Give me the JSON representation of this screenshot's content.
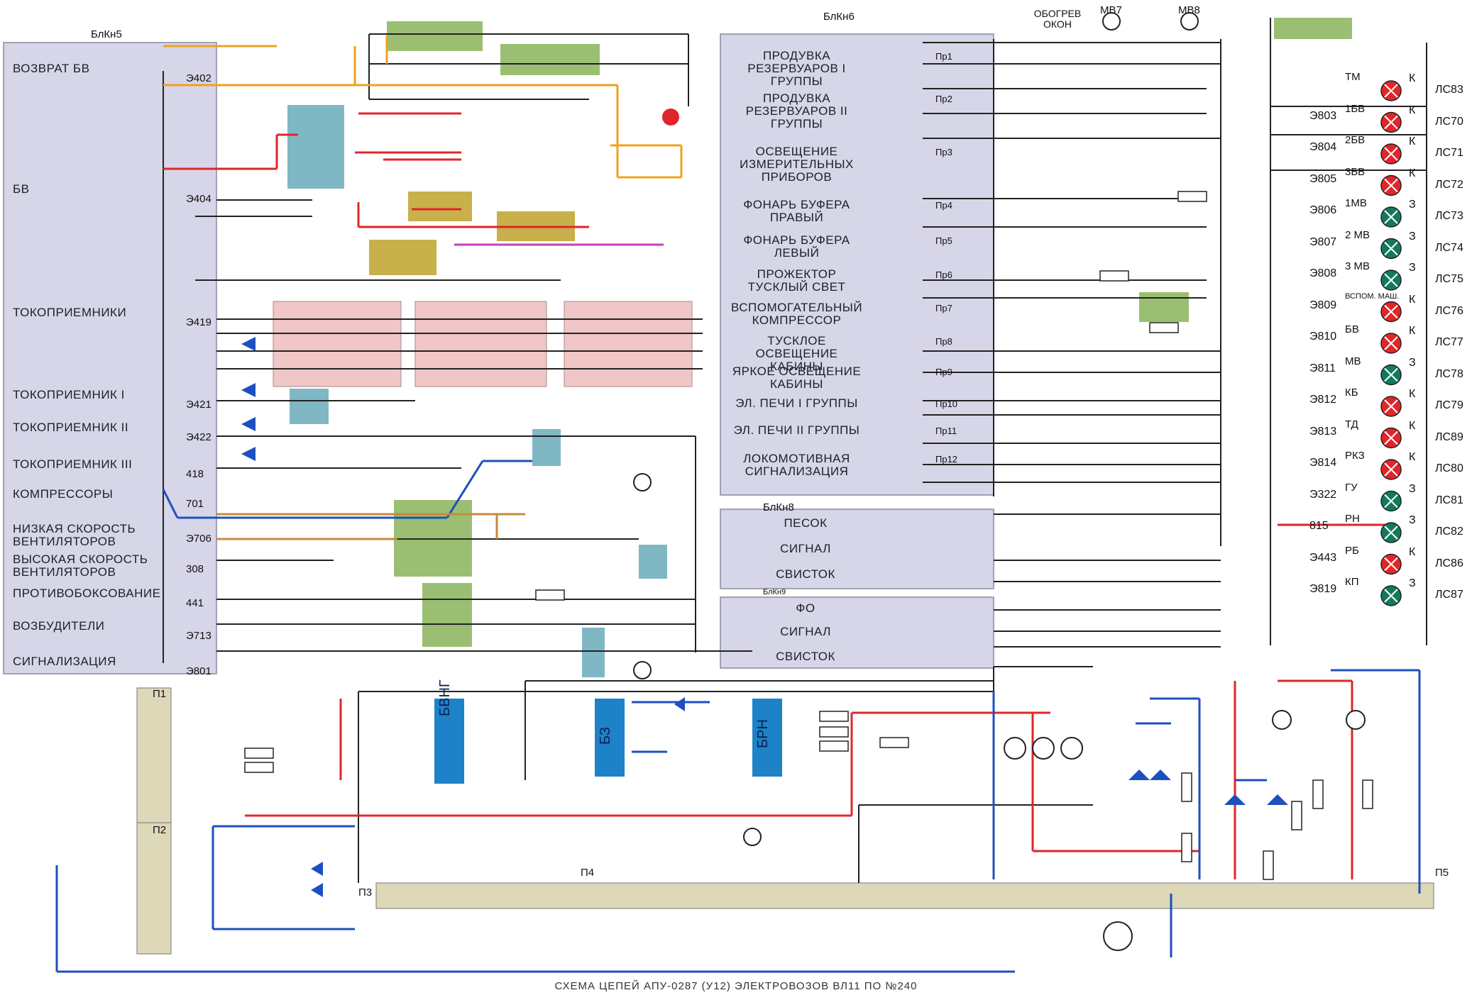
{
  "caption": "СХЕМА ЦЕПЕЙ АПУ-0287 (У12) ЭЛЕКТРОВОЗОВ ВЛ11 ПО №240",
  "left_panel": {
    "title": "БлКн5",
    "items": [
      {
        "label": "ВОЗВРАТ БВ",
        "wire": "Э402"
      },
      {
        "label": "БВ",
        "wire": "Э404"
      },
      {
        "label": "ТОКОПРИЕМНИКИ",
        "wire": "Э419"
      },
      {
        "label": "ТОКОПРИЕМНИК I",
        "wire": "Э421"
      },
      {
        "label": "ТОКОПРИЕМНИК II",
        "wire": "Э422"
      },
      {
        "label": "ТОКОПРИЕМНИК III",
        "wire": "418"
      },
      {
        "label": "КОМПРЕССОРЫ",
        "wire": "701"
      },
      {
        "label": "НИЗКАЯ СКОРОСТЬ ВЕНТИЛЯТОРОВ",
        "wire": "Э706"
      },
      {
        "label": "ВЫСОКАЯ СКОРОСТЬ ВЕНТИЛЯТОРОВ",
        "wire": "308"
      },
      {
        "label": "ПРОТИВОБОКСОВАНИЕ",
        "wire": "441"
      },
      {
        "label": "ВОЗБУДИТЕЛИ",
        "wire": "Э713"
      },
      {
        "label": "СИГНАЛИЗАЦИЯ",
        "wire": "Э801"
      }
    ]
  },
  "center_panel": {
    "title": "БлКн6",
    "items": [
      {
        "label": "ПРОДУВКА РЕЗЕРВУАРОВ I ГРУППЫ",
        "fuse": "Пр1"
      },
      {
        "label": "ПРОДУВКА РЕЗЕРВУАРОВ II ГРУППЫ",
        "fuse": "Пр2"
      },
      {
        "label": "ОСВЕЩЕНИЕ ИЗМЕРИТЕЛЬНЫХ ПРИБОРОВ",
        "fuse": "Пр3"
      },
      {
        "label": "ФОНАРЬ БУФЕРА ПРАВЫЙ",
        "fuse": "Пр4"
      },
      {
        "label": "ФОНАРЬ БУФЕРА ЛЕВЫЙ",
        "fuse": "Пр5"
      },
      {
        "label": "ПРОЖЕКТОР ТУСКЛЫЙ СВЕТ",
        "fuse": "Пр6"
      },
      {
        "label": "ВСПОМОГАТЕЛЬНЫЙ КОМПРЕССОР",
        "fuse": "Пр7"
      },
      {
        "label": "ТУСКЛОЕ ОСВЕЩЕНИЕ КАБИНЫ",
        "fuse": "Пр8"
      },
      {
        "label": "ЯРКОЕ ОСВЕЩЕНИЕ КАБИНЫ",
        "fuse": "Пр9"
      },
      {
        "label": "ЭЛ. ПЕЧИ I ГРУППЫ",
        "fuse": "Пр10"
      },
      {
        "label": "ЭЛ. ПЕЧИ II ГРУППЫ",
        "fuse": "Пр11"
      },
      {
        "label": "ЛОКОМОТИВНАЯ СИГНАЛИЗАЦИЯ",
        "fuse": "Пр12"
      }
    ],
    "sub_panels": [
      {
        "title": "БлКн8",
        "items": [
          "ПЕСОК",
          "СИГНАЛ",
          "СВИСТОК"
        ]
      },
      {
        "title": "БлКн9",
        "items": [
          "ФО",
          "СИГНАЛ",
          "СВИСТОК"
        ]
      }
    ]
  },
  "top_right": {
    "heater_label": "ОБОГРЕВ ОКОН",
    "motors": [
      "МВ7",
      "МВ8"
    ]
  },
  "signal_lamps": [
    {
      "name": "ТМ",
      "line": "ЛС83",
      "wire": "",
      "color": "red",
      "mark": "К"
    },
    {
      "name": "1БВ",
      "line": "ЛС70",
      "wire": "Э803",
      "color": "red",
      "mark": "К"
    },
    {
      "name": "2БВ",
      "line": "ЛС71",
      "wire": "Э804",
      "color": "red",
      "mark": "К"
    },
    {
      "name": "3БВ",
      "line": "ЛС72",
      "wire": "Э805",
      "color": "red",
      "mark": "К"
    },
    {
      "name": "1МВ",
      "line": "ЛС73",
      "wire": "Э806",
      "color": "green",
      "mark": "З"
    },
    {
      "name": "2 МВ",
      "line": "ЛС74",
      "wire": "Э807",
      "color": "green",
      "mark": "З"
    },
    {
      "name": "3 МВ",
      "line": "ЛС75",
      "wire": "Э808",
      "color": "green",
      "mark": "З"
    },
    {
      "name": "ВСПОМ. МАШ.",
      "line": "ЛС76",
      "wire": "Э809",
      "color": "red",
      "mark": "К"
    },
    {
      "name": "БВ",
      "line": "ЛС77",
      "wire": "Э810",
      "color": "red",
      "mark": "К"
    },
    {
      "name": "МВ",
      "line": "ЛС78",
      "wire": "Э811",
      "color": "green",
      "mark": "З"
    },
    {
      "name": "КБ",
      "line": "ЛС79",
      "wire": "Э812",
      "color": "red",
      "mark": "К"
    },
    {
      "name": "ТД",
      "line": "ЛС89",
      "wire": "Э813",
      "color": "red",
      "mark": "К"
    },
    {
      "name": "РКЗ",
      "line": "ЛС80",
      "wire": "Э814",
      "color": "red",
      "mark": "К"
    },
    {
      "name": "ГУ",
      "line": "ЛС81",
      "wire": "Э322",
      "color": "green",
      "mark": "З"
    },
    {
      "name": "РН",
      "line": "ЛС82",
      "wire": "815",
      "color": "green",
      "mark": "З"
    },
    {
      "name": "РБ",
      "line": "ЛС86",
      "wire": "Э443",
      "color": "red",
      "mark": "К"
    },
    {
      "name": "КП",
      "line": "ЛС87",
      "wire": "Э819",
      "color": "green",
      "mark": "З"
    }
  ],
  "blocks": {
    "bvng": "БВНГ",
    "bz": "БЗ",
    "brn": "БРН"
  },
  "terminal_blocks": {
    "p1": "П1",
    "p2": "П2",
    "p3": "П3",
    "p4": "П4",
    "p5": "П5"
  },
  "colors": {
    "panel": "#d6d6e8",
    "relay_green": "#9bbf72",
    "relay_teal": "#7fb8c4",
    "pink_block": "#f1c6c6",
    "red_wire": "#e0262a",
    "orange_wire": "#f0a020",
    "blue_wire": "#1e4fbf",
    "brown_wire": "#c88a3a",
    "magenta_wire": "#c040c0",
    "block_blue": "#1e82c8"
  }
}
